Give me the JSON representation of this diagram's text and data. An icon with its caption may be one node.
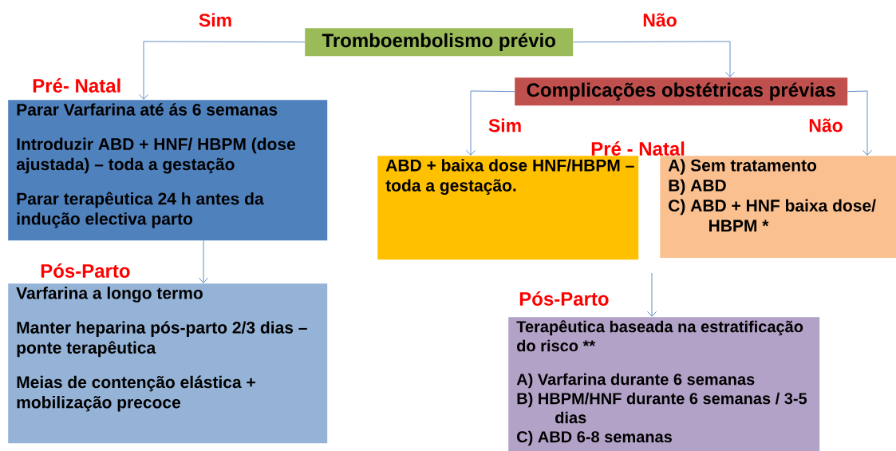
{
  "diagram": {
    "nodes": [
      {
        "text": [
          "Tromboembolismo prévio"
        ]
      },
      {
        "text": [
          "Parar Varfarina até ás 6 semanas",
          "Introduzir ABD + HNF/ HBPM (dose ajustada) – toda a gestação",
          "Parar terapêutica  24 h antes da indução electiva parto"
        ],
        "beside": [
          "Pré- Natal"
        ]
      },
      {
        "text": [
          "Varfarina a longo termo",
          "Manter heparina pós-parto 2/3 dias – ponte terapêutica",
          "Meias de contenção elástica + mobilização precoce"
        ],
        "beside": [
          "Pós-Parto"
        ]
      },
      {
        "text": [
          "Complicações obstétricas prévias"
        ]
      },
      {
        "text": [
          "ABD + baixa dose HNF/HBPM – toda a gestação."
        ]
      },
      {
        "text": [
          "A) Sem tratamento",
          "B) ABD",
          "C) ABD + HNF baixa dose/ HBPM *"
        ]
      },
      {
        "text": [
          "Terapêutica baseada na estratificação do risco **",
          "A) Varfarina durante 6 semanas",
          "B) HBPM/HNF  durante 6 semanas / 3-5 dias",
          "C) ABD 6-8 semanas"
        ],
        "beside": [
          "Pós-Parto"
        ]
      }
    ],
    "edges": [
      {
        "from": 0,
        "to": 1,
        "arrow": "to",
        "label": "Sim"
      },
      {
        "from": 0,
        "to": 3,
        "arrow": "to",
        "label": "Não"
      },
      {
        "from": 1,
        "to": 2,
        "arrow": "to"
      },
      {
        "from": 3,
        "to": 4,
        "arrow": "to",
        "label": "Sim"
      },
      {
        "from": 3,
        "to": 5,
        "arrow": "to",
        "label": "Não"
      },
      {
        "from": null,
        "to": 6,
        "arrow": "to"
      }
    ],
    "labels": [
      "Pré - Natal"
    ]
  }
}
